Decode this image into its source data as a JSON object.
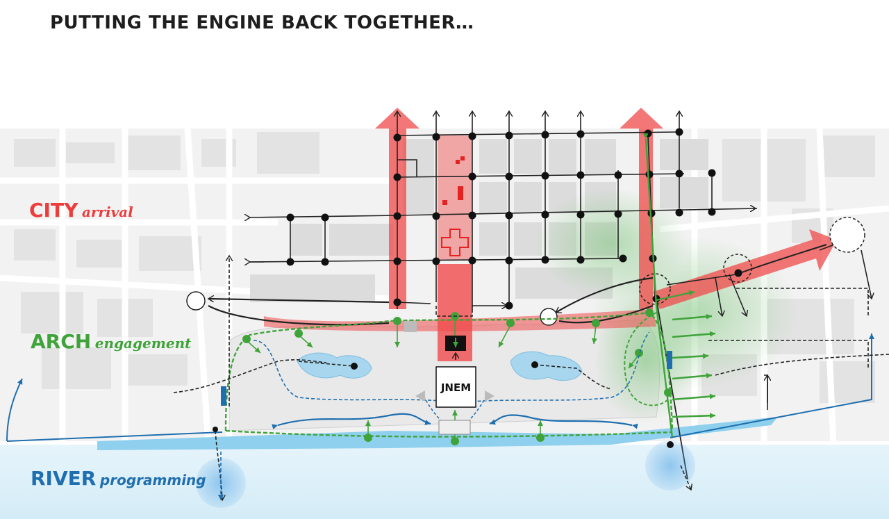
{
  "header": {
    "title": "PUTTING THE ENGINE BACK TOGETHER…"
  },
  "legend": {
    "city": {
      "word": "CITY",
      "qualifier": "arrival",
      "color": "#ee3b3b"
    },
    "arch": {
      "word": "ARCH",
      "qualifier": "engagement",
      "color": "#3fa33a"
    },
    "river": {
      "word": "RIVER",
      "qualifier": "programming",
      "color": "#1f6fb0"
    }
  },
  "map": {
    "landmark_label": "JNEM"
  }
}
